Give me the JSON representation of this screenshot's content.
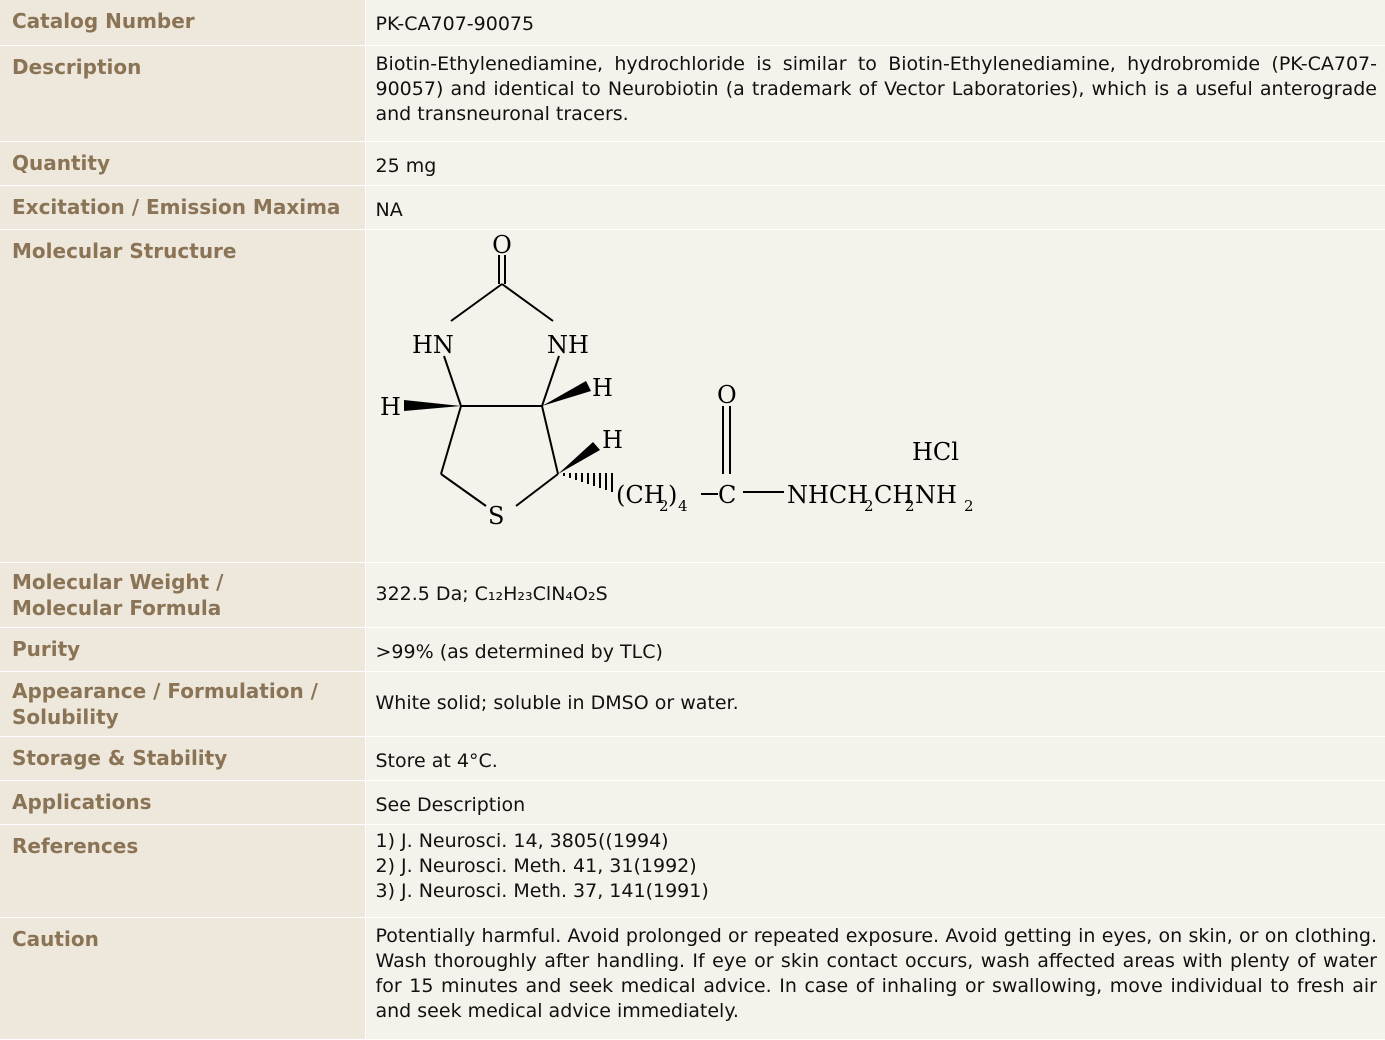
{
  "rows": {
    "catalog": {
      "label": "Catalog Number",
      "value": "PK-CA707-90075"
    },
    "description": {
      "label": "Description",
      "value": "Biotin-Ethylenediamine, hydrochloride is similar to Biotin-Ethylenediamine, hydrobromide (PK-CA707-90057) and identical to Neurobiotin (a trademark of Vector Laboratories), which is a useful anterograde and transneuronal tracers."
    },
    "quantity": {
      "label": "Quantity",
      "value": "25 mg"
    },
    "excitation": {
      "label": "Excitation / Emission Maxima",
      "value": "NA"
    },
    "structure": {
      "label": "Molecular Structure",
      "atoms": {
        "o_top": "O",
        "hn": "HN",
        "nh": "NH",
        "h_left": "H",
        "h_right_upper": "H",
        "h_right_lower": "H",
        "s": "S",
        "ch2": "(CH",
        "sub2a": "2",
        "close_paren": ")",
        "sub4": "4",
        "c": "C",
        "o_carbonyl": "O",
        "nhch": "NHCH",
        "sub2b": "2",
        "ch": "CH",
        "sub2c": "2",
        "nh_end": "NH",
        "sub2d": "2",
        "hcl": "HCl"
      }
    },
    "mw": {
      "label_line1": "Molecular Weight /",
      "label_line2": "Molecular Formula",
      "value": "322.5 Da; C₁₂H₂₃ClN₄O₂S"
    },
    "purity": {
      "label": "Purity",
      "value": ">99% (as determined by TLC)"
    },
    "appearance": {
      "label_line1": "Appearance / Formulation /",
      "label_line2": "Solubility",
      "value": "White solid; soluble in DMSO or water."
    },
    "storage": {
      "label": "Storage & Stability",
      "value": "Store at 4°C."
    },
    "applications": {
      "label": "Applications",
      "value": "See Description"
    },
    "references": {
      "label": "References",
      "items": [
        "1) J. Neurosci. 14, 3805((1994)",
        "2) J. Neurosci. Meth. 41, 31(1992)",
        "3) J. Neurosci. Meth. 37, 141(1991)"
      ]
    },
    "caution": {
      "label": "Caution",
      "value": "Potentially harmful. Avoid prolonged or repeated exposure. Avoid getting in eyes, on skin, or on clothing. Wash thoroughly after handling. If eye or skin contact occurs, wash affected areas with plenty of water for 15 minutes and seek medical advice. In case of inhaling or swallowing, move individual to fresh air and seek medical advice immediately."
    }
  },
  "colors": {
    "label_bg": "#ede7dc",
    "label_text": "#8a7455",
    "value_bg": "#f5f2ec"
  }
}
